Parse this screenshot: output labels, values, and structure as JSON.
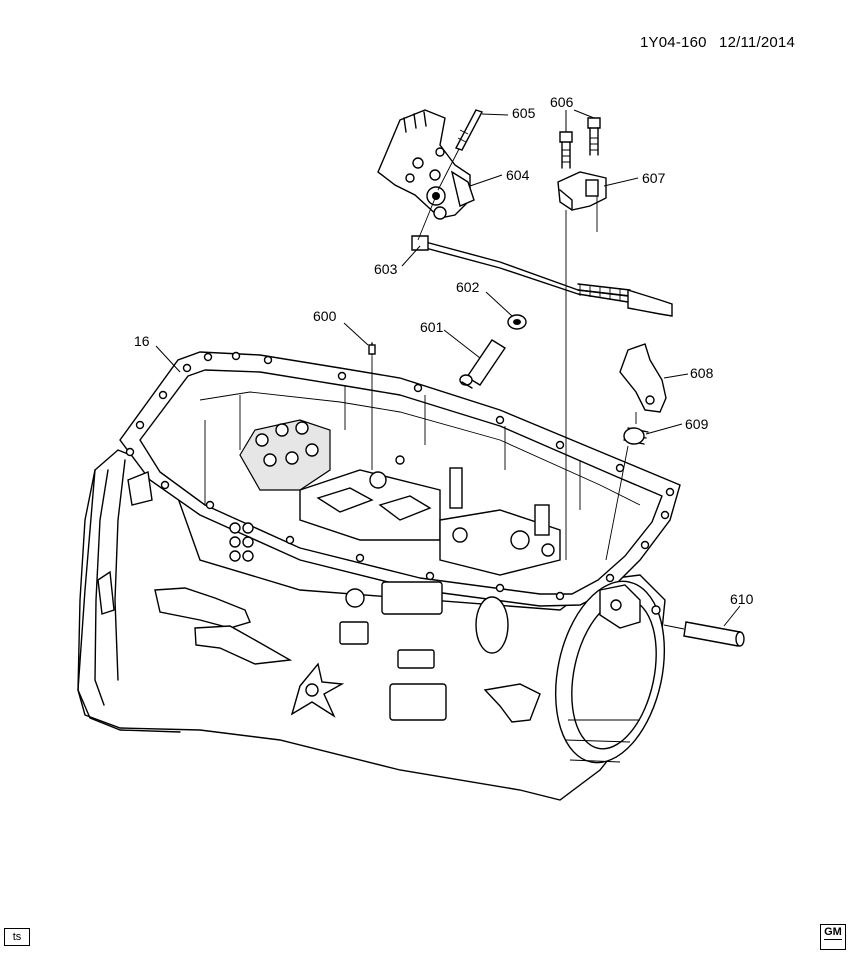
{
  "header": {
    "diagram_id": "1Y04-160",
    "date": "12/11/2014"
  },
  "callouts": {
    "c16": "16",
    "c600": "600",
    "c601": "601",
    "c602": "602",
    "c603": "603",
    "c604": "604",
    "c605": "605",
    "c606": "606",
    "c607": "607",
    "c608": "608",
    "c609": "609",
    "c610": "610"
  },
  "footer": {
    "ts_label": "ts",
    "logo_text": "GM"
  }
}
